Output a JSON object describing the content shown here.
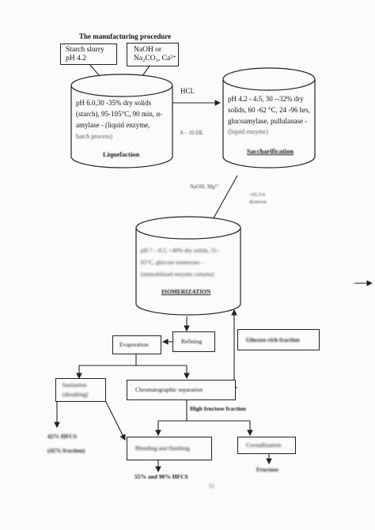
{
  "title": "The manufacturing procedure",
  "inputs": {
    "starch": [
      "Starch slurry",
      "pH 4.2"
    ],
    "alkali": [
      "NaOH or",
      "Na₂CO₃, Ca²⁺"
    ]
  },
  "tank1": {
    "lines": [
      "pH 6.0,30 -35% dry solids",
      "(starch), 95-105°C, 90 min, α-",
      "amylase - (liquid enzyme,",
      "batch process)"
    ],
    "name": "Liquefaction"
  },
  "hcl": "HCL",
  "ph_note": "8 – 10 DE",
  "tank2": {
    "lines": [
      "pH 4.2 - 4.5, 30 --32% dry",
      "solids, 60 -62 °C, 24 -96 hrs,",
      "glucoamylase, pullulanase -",
      "(liquid enzyme)"
    ],
    "name": "Saccharification"
  },
  "naoh_mg": "NaOH, Mg²⁺",
  "dextrose": [
    ">95.5%",
    "dextrose"
  ],
  "tank3": {
    "lines": [
      "pH 7 – 8.5, >40% dry solids, 55 -",
      "65°C, glucose isomerase –",
      "(immobilized enzyme column)"
    ],
    "name": "ISOMERIZATION"
  },
  "boxes": {
    "refining": "Refining",
    "glucose_rich": "Glucose rich fraction",
    "evaporation": "Evaporation",
    "ionization": [
      "Ionization",
      "(desalting)"
    ],
    "chromatographic": "Chromatographic separation",
    "blending": "Blending and finishing",
    "crystallization": "Crystallization"
  },
  "high_fructose": "High fructose fraction",
  "hfcs42": [
    "42% HFCS",
    "(42% fraction)"
  ],
  "hfcs55": "55% and 90% HFCS",
  "fructose": "Fructose",
  "page_number": "55"
}
